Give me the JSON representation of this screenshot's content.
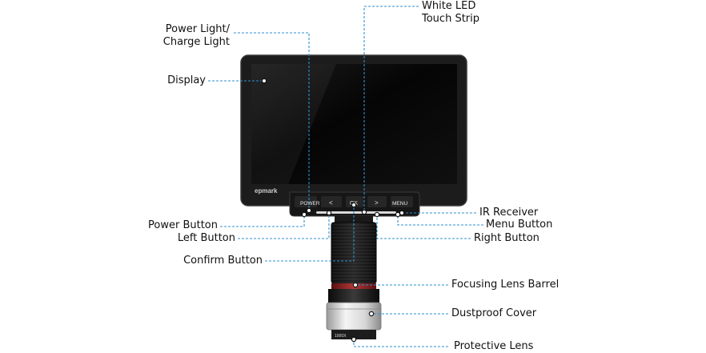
{
  "product": {
    "brand": "epmark",
    "buttons": {
      "power": "POWER",
      "left": "<",
      "ok": "OK",
      "right": ">",
      "menu": "MENU"
    },
    "lens_marking": "1000X"
  },
  "callouts": {
    "white_led_line1": "White LED",
    "white_led_line2": "Touch Strip",
    "power_light_line1": "Power Light/",
    "power_light_line2": "Charge Light",
    "display": "Display",
    "power_button": "Power Button",
    "left_button": "Left Button",
    "confirm_button": "Confirm Button",
    "ir_receiver": "IR Receiver",
    "menu_button": "Menu Button",
    "right_button": "Right Button",
    "focusing_barrel": "Focusing Lens Barrel",
    "dustproof_cover": "Dustproof Cover",
    "protective_lens": "Protective Lens"
  },
  "colors": {
    "leader": "#2f8fd0",
    "body": "#1a1a1a",
    "screen": "#050505",
    "accent_red": "#8b1b1b"
  }
}
